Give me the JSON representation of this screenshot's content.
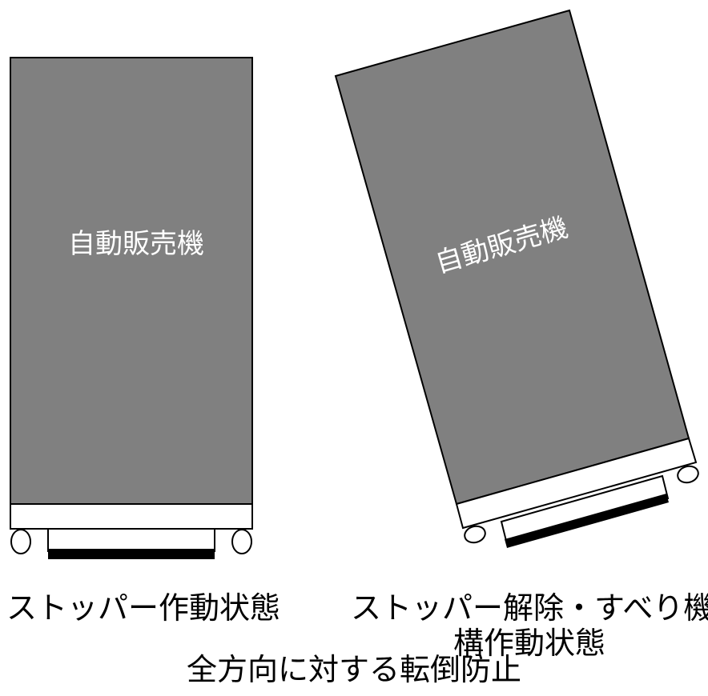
{
  "machine_label": "自動販売機",
  "captions": {
    "left": "ストッパー作動状態",
    "right_line1": "ストッパー解除・すべり機",
    "right_line2": "構作動状態",
    "bottom": "全方向に対する転倒防止"
  },
  "colors": {
    "machine_body": "#808080",
    "outline": "#000000",
    "stopper_bar": "#000000",
    "background": "#ffffff"
  }
}
